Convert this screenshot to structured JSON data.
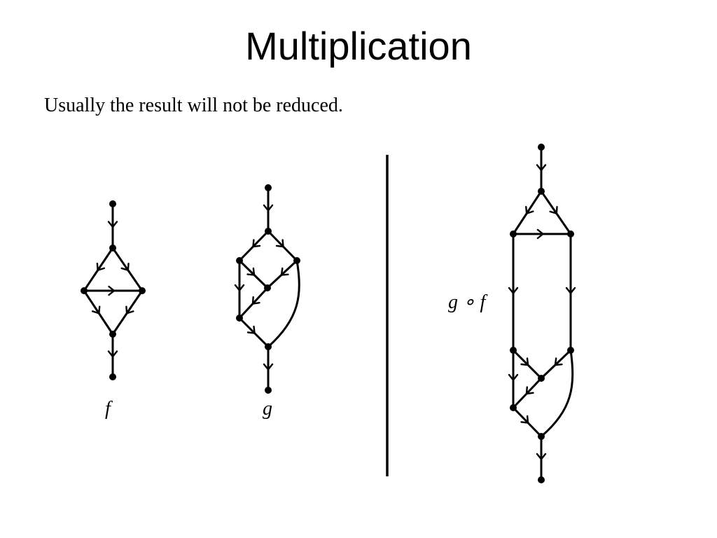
{
  "slide": {
    "title": "Multiplication",
    "subtitle": "Usually the result will not be reduced."
  },
  "labels": {
    "f": "f",
    "g": "g",
    "composition": "g ∘ f"
  },
  "colors": {
    "ink": "#000000",
    "background": "#ffffff"
  }
}
